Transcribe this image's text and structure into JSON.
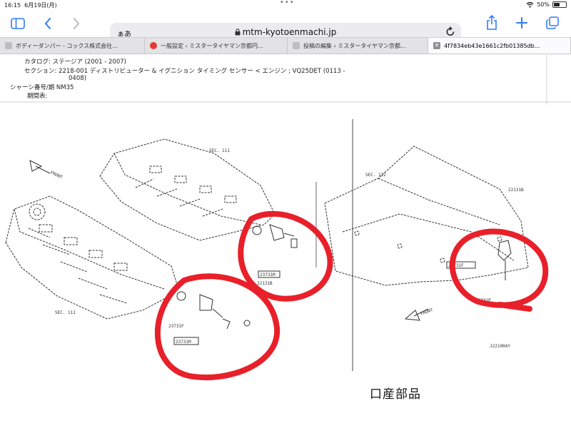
{
  "status": {
    "time": "16:15",
    "date": "6月19日(月)",
    "dots": "•••",
    "battery": "50%",
    "battery_level": 0.5
  },
  "toolbar": {
    "aa": "ぁあ",
    "url": "mtm-kyotoenmachi.jp"
  },
  "tabs": [
    {
      "label": "ボディーダンパー - コックス株式会社..."
    },
    {
      "label": "一般設定 ‹ ミスタータイヤマン京都円..."
    },
    {
      "label": "投稿の編集 ‹ ミスタータイヤマン京都..."
    },
    {
      "label": "4f7834eb43e1661c2fb01385db..."
    }
  ],
  "page": {
    "catalog": "カタログ: ステージア (2001 - 2007)",
    "section": "セクション:  2218-001 ディストリビューター & イグニション タイミング センサー < エンジン ; VQ25DET (0113 -",
    "section_cont": "0408)",
    "chassis": "シャーシ番号/期    NM35",
    "period": "期間表:",
    "footer": "口産部品"
  },
  "diagram": {
    "front_left": "FRONT",
    "front_right": "FRONT",
    "ref_code": "J22100AY",
    "labels": [
      "SEC. 111",
      "SEC. 111",
      "SEC. 112",
      "23731M",
      "23731M",
      "23731F",
      "22131B",
      "22131B",
      "23731P",
      "23731F"
    ]
  },
  "colors": {
    "accent": "#2f7cf6",
    "highlight_circle": "#e8202a"
  }
}
